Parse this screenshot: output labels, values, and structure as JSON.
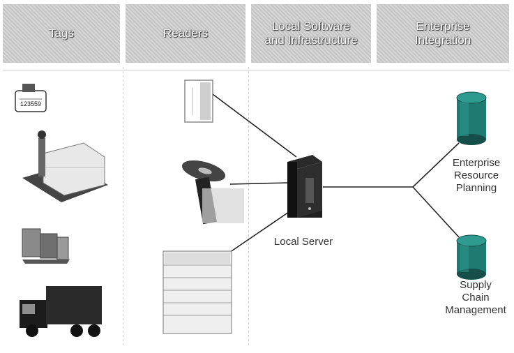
{
  "headers": [
    {
      "lines": [
        "Tags"
      ]
    },
    {
      "lines": [
        "Readers"
      ]
    },
    {
      "lines": [
        "Local Software",
        "and Infrastructure"
      ]
    },
    {
      "lines": [
        "Enterprise",
        "Integration"
      ]
    }
  ],
  "tag_label": {
    "text": "123559"
  },
  "local_server": {
    "label": "Local Server"
  },
  "erp": {
    "lines": [
      "Enterprise",
      "Resource",
      "Planning"
    ]
  },
  "scm": {
    "lines": [
      "Supply",
      "Chain",
      "Management"
    ]
  },
  "colors": {
    "header_text": "#ffffff",
    "line": "#222222",
    "db_teal": "#1f7a72",
    "db_dark": "#164f4a"
  }
}
